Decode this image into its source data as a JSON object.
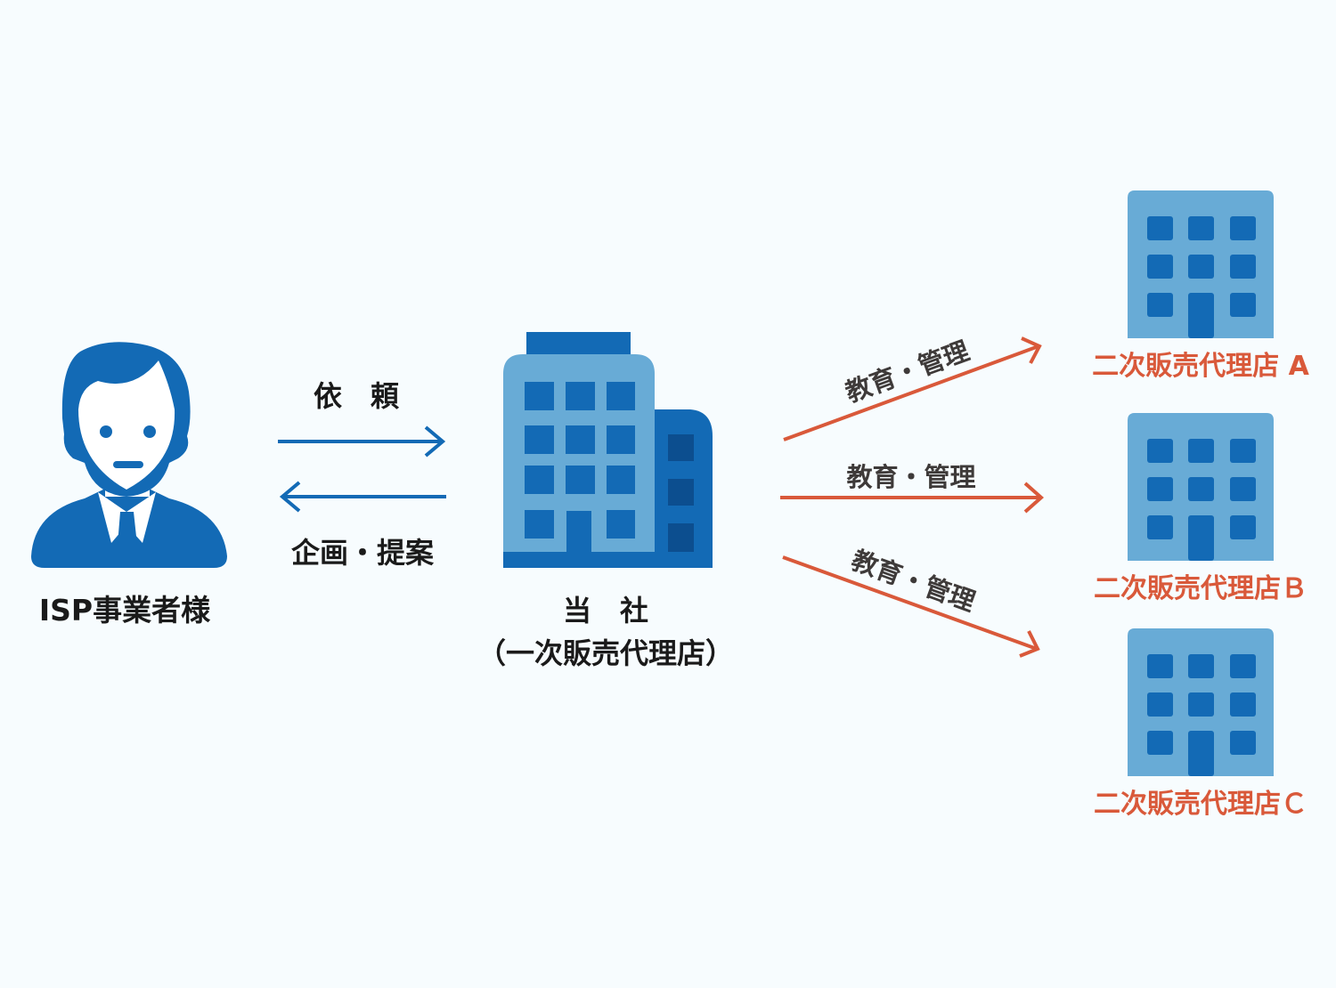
{
  "colors": {
    "background": "#f7fcfe",
    "blue": "#136ab5",
    "light_blue": "#68abd6",
    "dark_blue": "#0c4e8f",
    "orange": "#d9593a",
    "text": "#1a1a1a"
  },
  "client": {
    "label": "ISP事業者様",
    "icon": "businessman-icon"
  },
  "request_arrow": {
    "label": "依　頼"
  },
  "proposal_arrow": {
    "label": "企画・提案"
  },
  "company": {
    "name": "当　社",
    "subtitle": "（一次販売代理店）",
    "icon": "office-building-icon"
  },
  "relations": [
    {
      "label": "教育・管理"
    },
    {
      "label": "教育・管理"
    },
    {
      "label": "教育・管理"
    }
  ],
  "resellers": [
    {
      "label": "二次販売代理店 A"
    },
    {
      "label": "二次販売代理店Ｂ"
    },
    {
      "label": "二次販売代理店Ｃ"
    }
  ]
}
